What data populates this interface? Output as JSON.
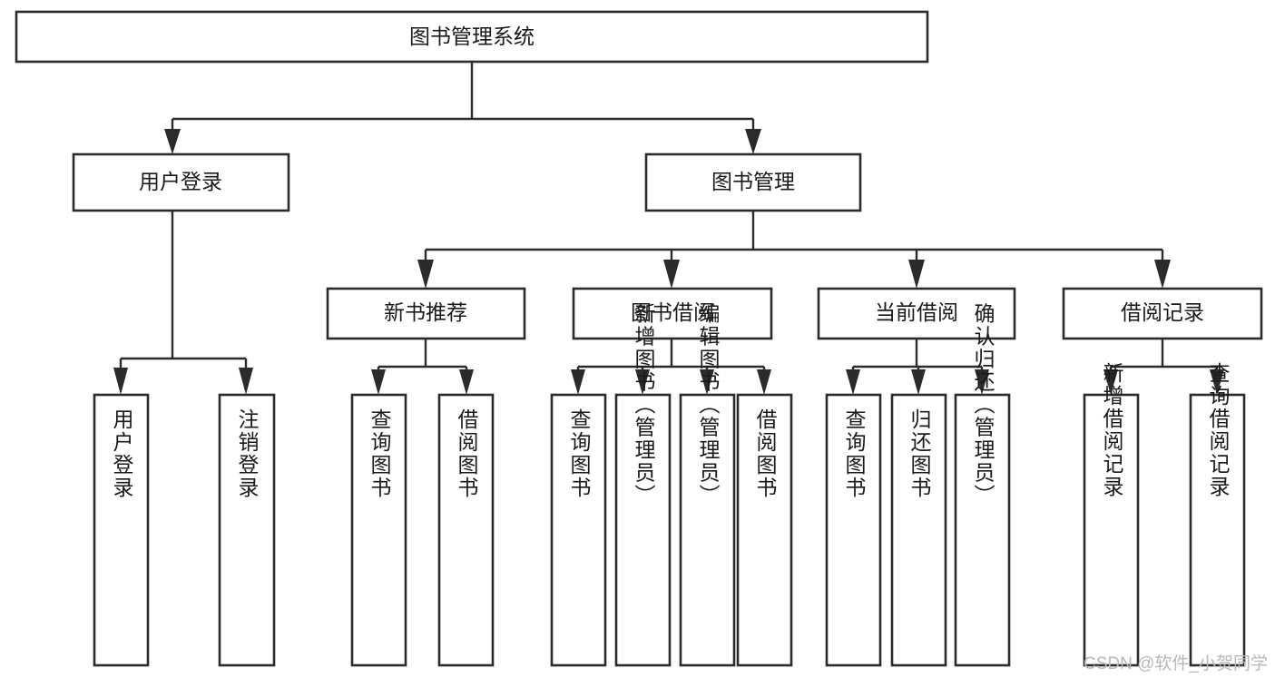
{
  "diagram": {
    "title": "图书管理系统",
    "type": "tree-hierarchy-chart",
    "root": {
      "id": "root",
      "label": "图书管理系统"
    },
    "level2": [
      {
        "id": "user-login",
        "label": "用户登录"
      },
      {
        "id": "book-manage",
        "label": "图书管理"
      }
    ],
    "level3": [
      {
        "id": "new-book-recommend",
        "label": "新书推荐"
      },
      {
        "id": "book-borrow",
        "label": "图书借阅"
      },
      {
        "id": "current-borrow",
        "label": "当前借阅"
      },
      {
        "id": "borrow-record",
        "label": "借阅记录"
      }
    ],
    "leaves": {
      "user_login": [
        {
          "id": "leaf-user-login",
          "label": "用户登录"
        },
        {
          "id": "leaf-logout-login",
          "label": "注销登录"
        }
      ],
      "new_book_recommend": [
        {
          "id": "leaf-query-book-1",
          "label": "查询图书"
        },
        {
          "id": "leaf-borrow-book-1",
          "label": "借阅图书"
        }
      ],
      "book_borrow": [
        {
          "id": "leaf-query-book-2",
          "label": "查询图书"
        },
        {
          "id": "leaf-add-book",
          "label": "新增图书（管理员）"
        },
        {
          "id": "leaf-edit-book",
          "label": "编辑图书（管理员）"
        },
        {
          "id": "leaf-borrow-book-2",
          "label": "借阅图书"
        }
      ],
      "current_borrow": [
        {
          "id": "leaf-query-book-3",
          "label": "查询图书"
        },
        {
          "id": "leaf-return-book",
          "label": "归还图书"
        },
        {
          "id": "leaf-confirm-return",
          "label": "确认归还（管理员）"
        }
      ],
      "borrow_record": [
        {
          "id": "leaf-add-borrow-record",
          "label": "新增借阅记录"
        },
        {
          "id": "leaf-query-borrow-record",
          "label": "查询借阅记录"
        }
      ]
    },
    "colors": {
      "box_stroke": "#2b2b2b",
      "box_fill": "#ffffff",
      "connector": "#2b2b2b",
      "text": "#1a1a1a",
      "watermark": "#b8b8b8",
      "background": "#ffffff"
    }
  },
  "watermark": {
    "label": "CSDN @软件_小贺同学"
  }
}
